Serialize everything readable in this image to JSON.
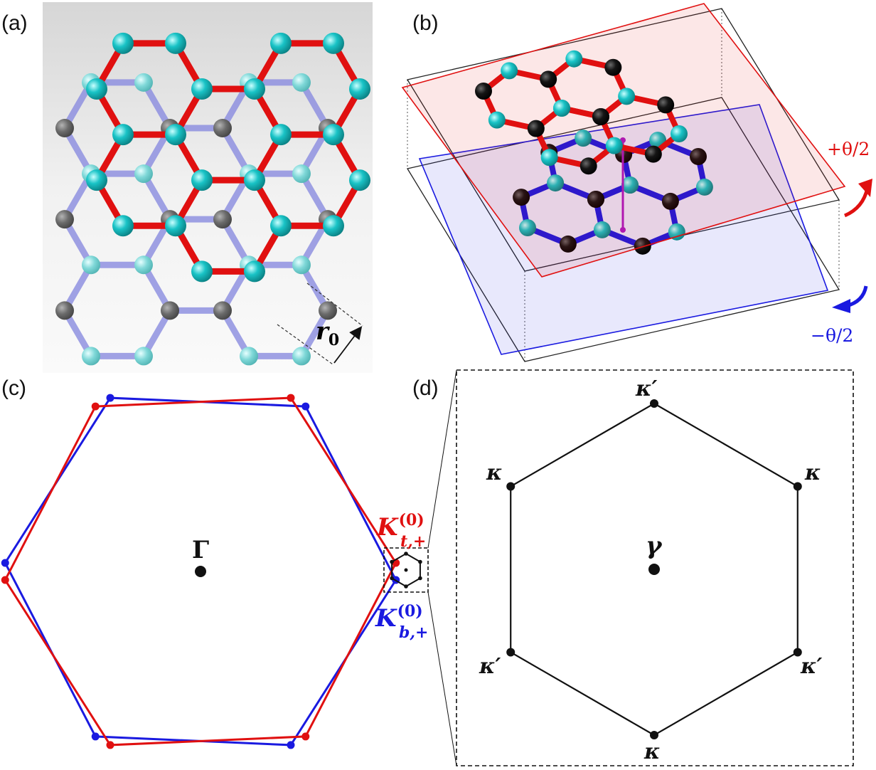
{
  "panels": {
    "a": {
      "label": "(a)",
      "dim_label": "r",
      "dim_sub": "0"
    },
    "b": {
      "label": "(b)",
      "rot_top": "+θ/2",
      "rot_bottom": "−θ/2"
    },
    "c": {
      "label": "(c)",
      "center": "Γ",
      "k_top_main": "K",
      "k_top_sup": "(0)",
      "k_top_sub": "t,+",
      "k_bot_main": "K",
      "k_bot_sup": "(0)",
      "k_bot_sub": "b,+"
    },
    "d": {
      "label": "(d)",
      "center": "γ",
      "top": "κ′",
      "upper_left": "κ",
      "upper_right": "κ",
      "lower_left": "κ′",
      "lower_right": "κ′",
      "bottom": "κ"
    }
  },
  "colors": {
    "top_layer": "#e01010",
    "bottom_layer": "#1a1ae0",
    "atom_black": "#111111",
    "atom_cyan": "#19c3c6",
    "atom_gray": "#6b6b6b",
    "atom_lightcyan": "#7fd8d8",
    "bond_blue_faint": "#8a8ce0"
  },
  "icons": {
    "rotate_ccw": "curved-arrow-icon",
    "rotate_cw": "curved-arrow-icon"
  }
}
